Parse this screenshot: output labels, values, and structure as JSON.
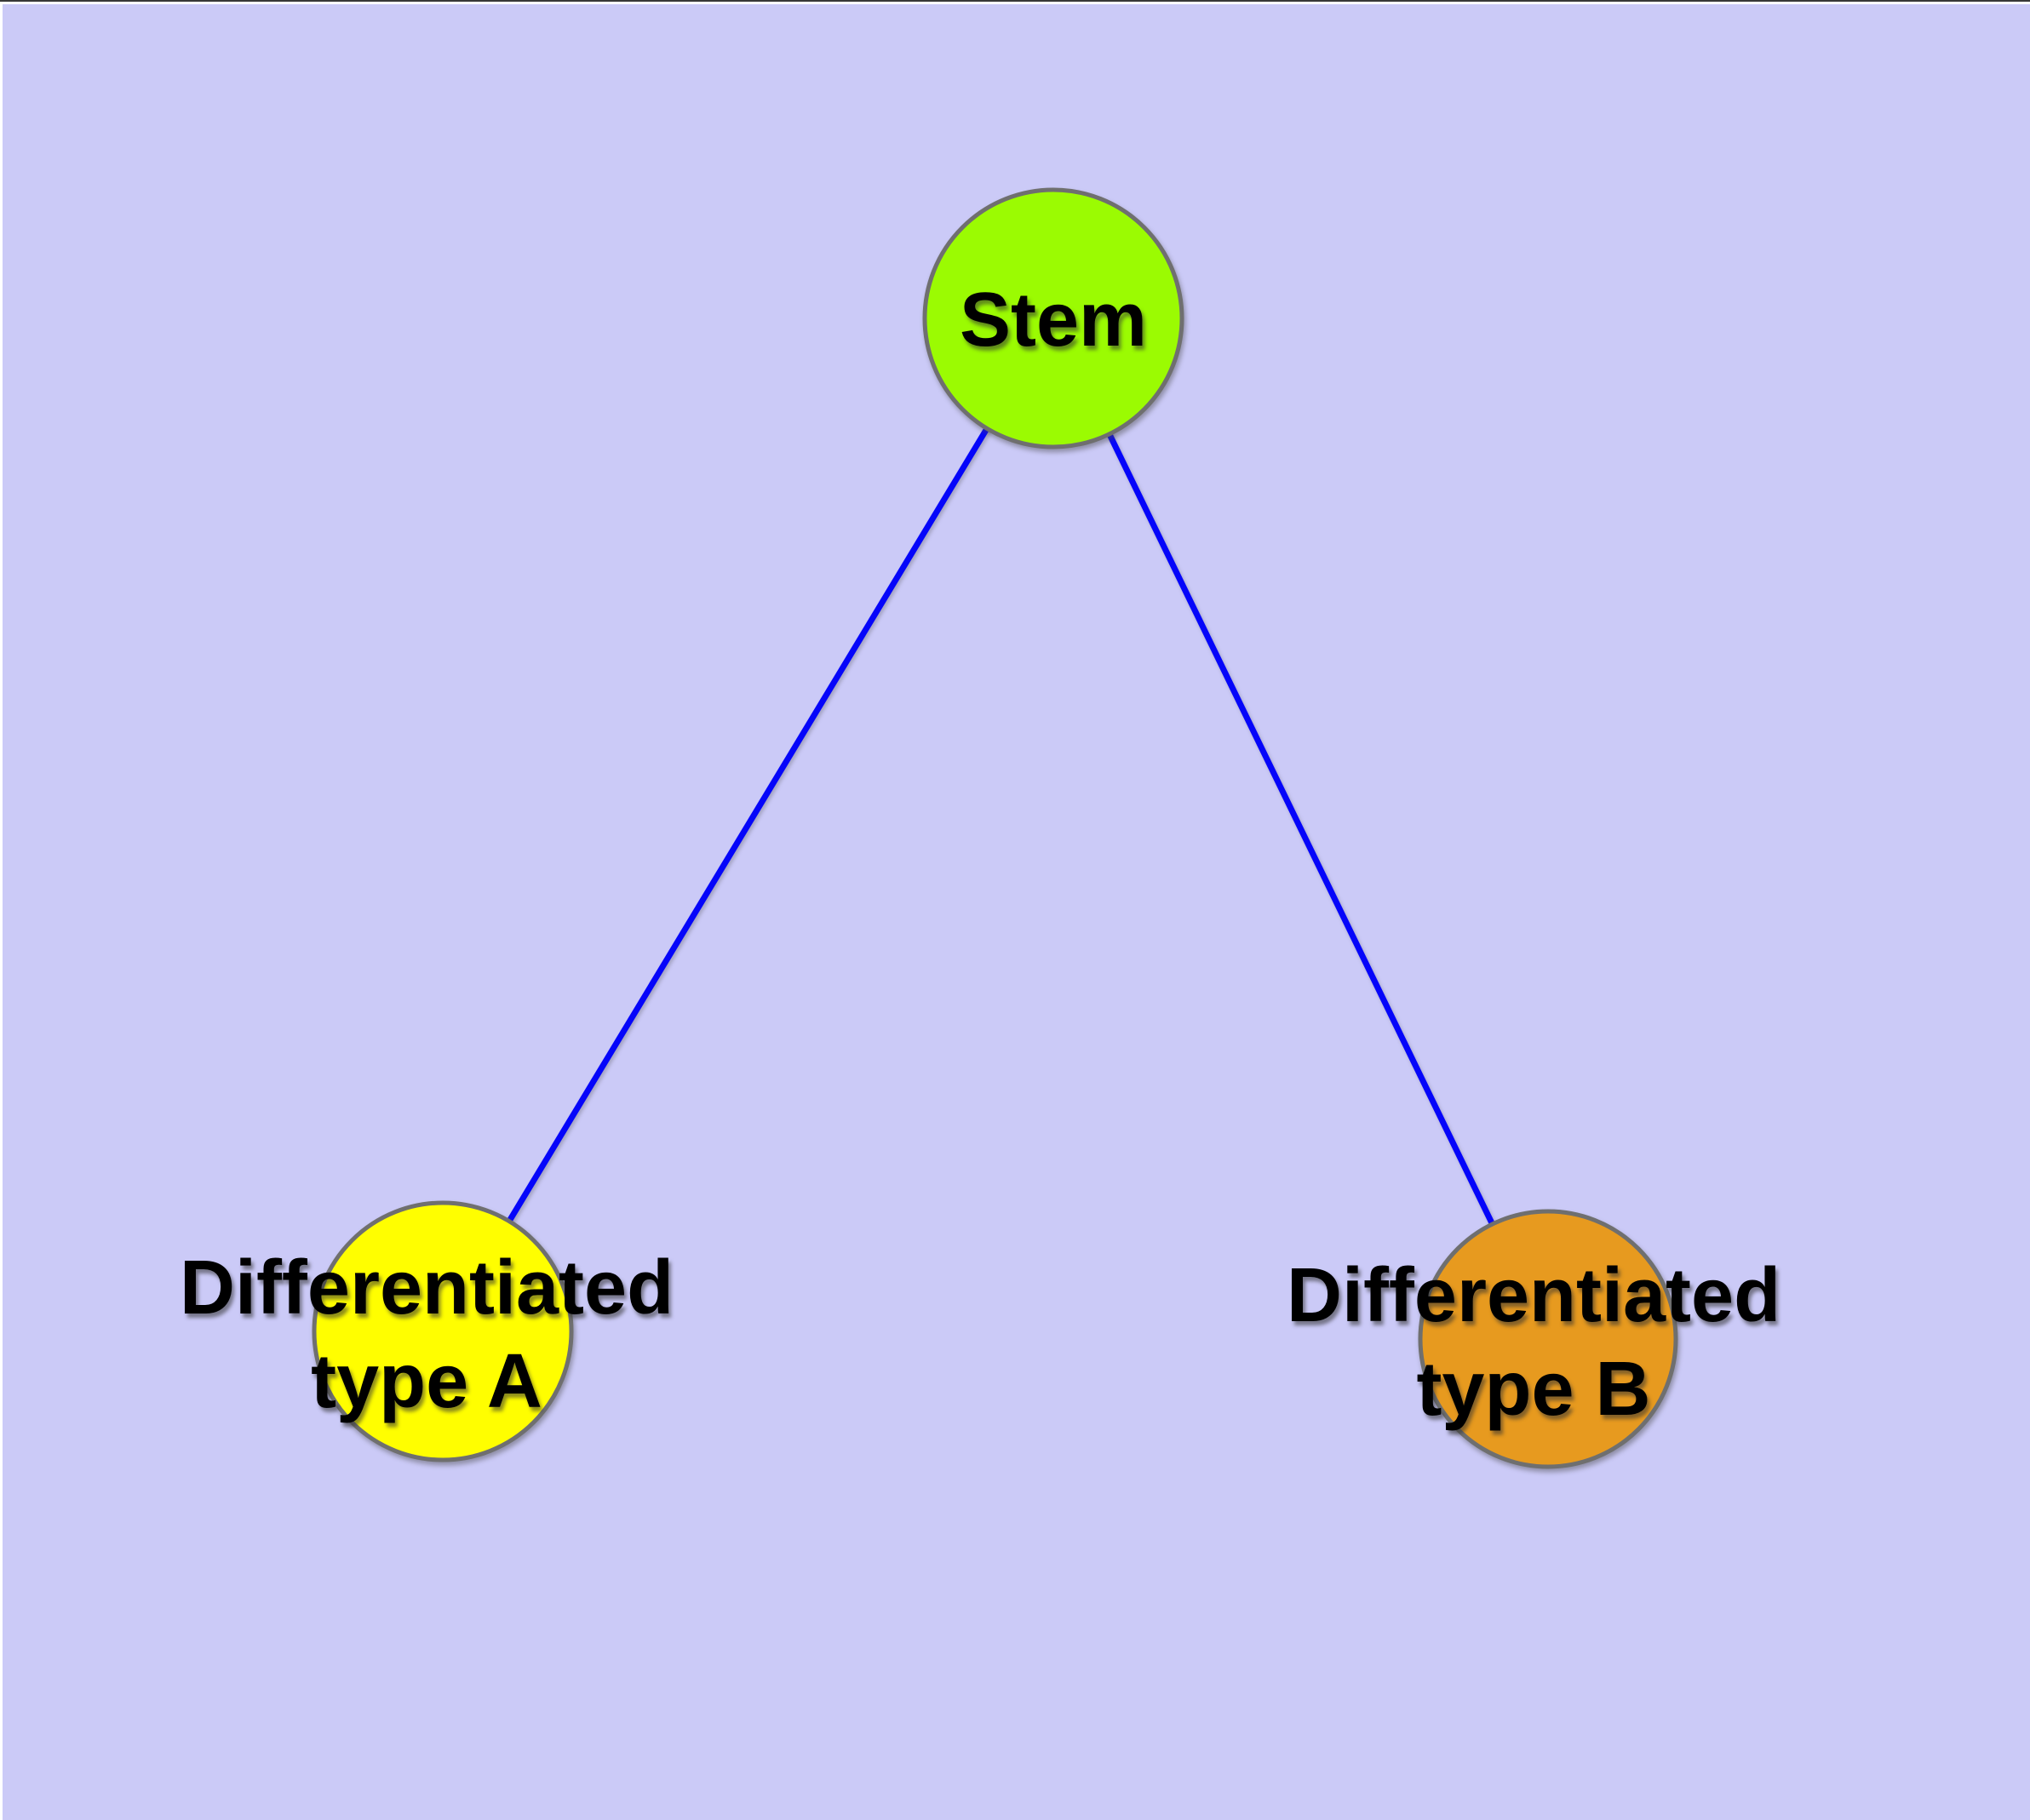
{
  "diagram": {
    "background_color": "#CBCAF7",
    "frame_top_line_color": "#383838",
    "edge_color": "#0505FA",
    "node_border_color": "#6F6F6F",
    "label_color": "#000000",
    "nodes": {
      "stem": {
        "label": "Stem",
        "fill": "#9BFB02"
      },
      "type_a": {
        "label_lines": [
          "Differentiated",
          "type A"
        ],
        "fill": "#FFFE00"
      },
      "type_b": {
        "label_lines": [
          "Differentiated",
          "type B"
        ],
        "fill": "#E79A1F"
      }
    },
    "edges": [
      {
        "from": "Stem",
        "to": "Differentiated type A"
      },
      {
        "from": "Stem",
        "to": "Differentiated type B"
      }
    ]
  }
}
